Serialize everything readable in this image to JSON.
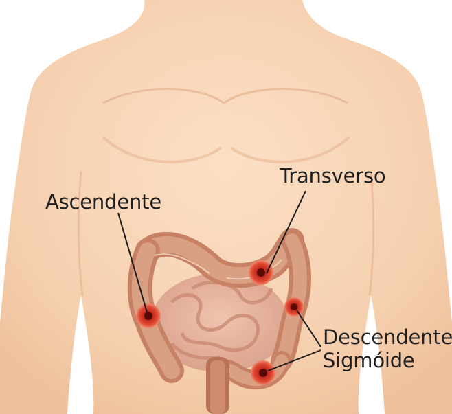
{
  "labels": {
    "transverso": "Transverso",
    "ascendente": "Ascendente",
    "descendente": "Descendente",
    "sigmoide": "Sigmóide"
  },
  "colors": {
    "skin": "#f6d2b4",
    "skin_shadow": "#eebf9a",
    "colon": "#d2987d",
    "colon_dark": "#a8654d",
    "small_intestine": "#e8b49f",
    "lesion": "#d63a2a",
    "leader_line": "#1a1a1a"
  },
  "icons": [
    "torso-illustration",
    "colon-illustration",
    "lesion-marker"
  ]
}
